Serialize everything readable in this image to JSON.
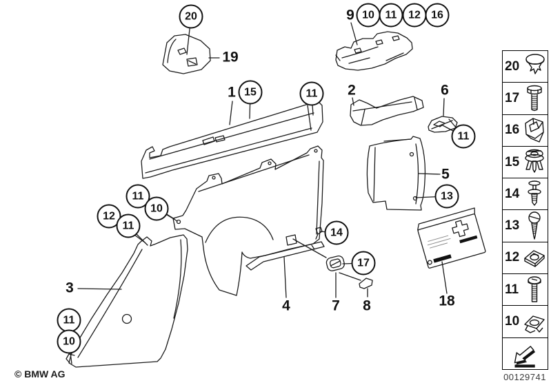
{
  "footer": {
    "copyright": "© BMW AG",
    "document_number": "00129741"
  },
  "callouts": [
    {
      "label": "20",
      "style": "circle"
    },
    {
      "label": "9",
      "style": "plain"
    },
    {
      "label": "10",
      "style": "circle"
    },
    {
      "label": "11",
      "style": "circle"
    },
    {
      "label": "12",
      "style": "circle"
    },
    {
      "label": "16",
      "style": "circle"
    },
    {
      "label": "19",
      "style": "plain"
    },
    {
      "label": "1",
      "style": "plain"
    },
    {
      "label": "15",
      "style": "circle"
    },
    {
      "label": "11",
      "style": "circle"
    },
    {
      "label": "2",
      "style": "plain"
    },
    {
      "label": "6",
      "style": "plain"
    },
    {
      "label": "11",
      "style": "circle"
    },
    {
      "label": "5",
      "style": "plain"
    },
    {
      "label": "13",
      "style": "circle"
    },
    {
      "label": "11",
      "style": "circle"
    },
    {
      "label": "10",
      "style": "circle"
    },
    {
      "label": "12",
      "style": "circle"
    },
    {
      "label": "11",
      "style": "circle"
    },
    {
      "label": "3",
      "style": "plain"
    },
    {
      "label": "11",
      "style": "circle"
    },
    {
      "label": "10",
      "style": "circle"
    },
    {
      "label": "14",
      "style": "circle"
    },
    {
      "label": "17",
      "style": "circle"
    },
    {
      "label": "4",
      "style": "plain"
    },
    {
      "label": "7",
      "style": "plain"
    },
    {
      "label": "8",
      "style": "plain"
    },
    {
      "label": "18",
      "style": "plain"
    }
  ],
  "legend": {
    "items": [
      {
        "label": "20",
        "icon": "grommet-cap-icon"
      },
      {
        "label": "17",
        "icon": "hex-bolt-icon"
      },
      {
        "label": "16",
        "icon": "bracket-clip-icon"
      },
      {
        "label": "15",
        "icon": "expanding-rivet-icon"
      },
      {
        "label": "14",
        "icon": "push-rivet-icon"
      },
      {
        "label": "13",
        "icon": "tapping-screw-icon"
      },
      {
        "label": "12",
        "icon": "speed-nut-icon"
      },
      {
        "label": "11",
        "icon": "machine-screw-icon"
      },
      {
        "label": "10",
        "icon": "clip-nut-icon"
      },
      {
        "label": "",
        "icon": "direction-arrow-icon"
      }
    ]
  },
  "colors": {
    "line": "#1a1a1a",
    "background": "#ffffff",
    "muted_text": "#3a3a3a"
  }
}
